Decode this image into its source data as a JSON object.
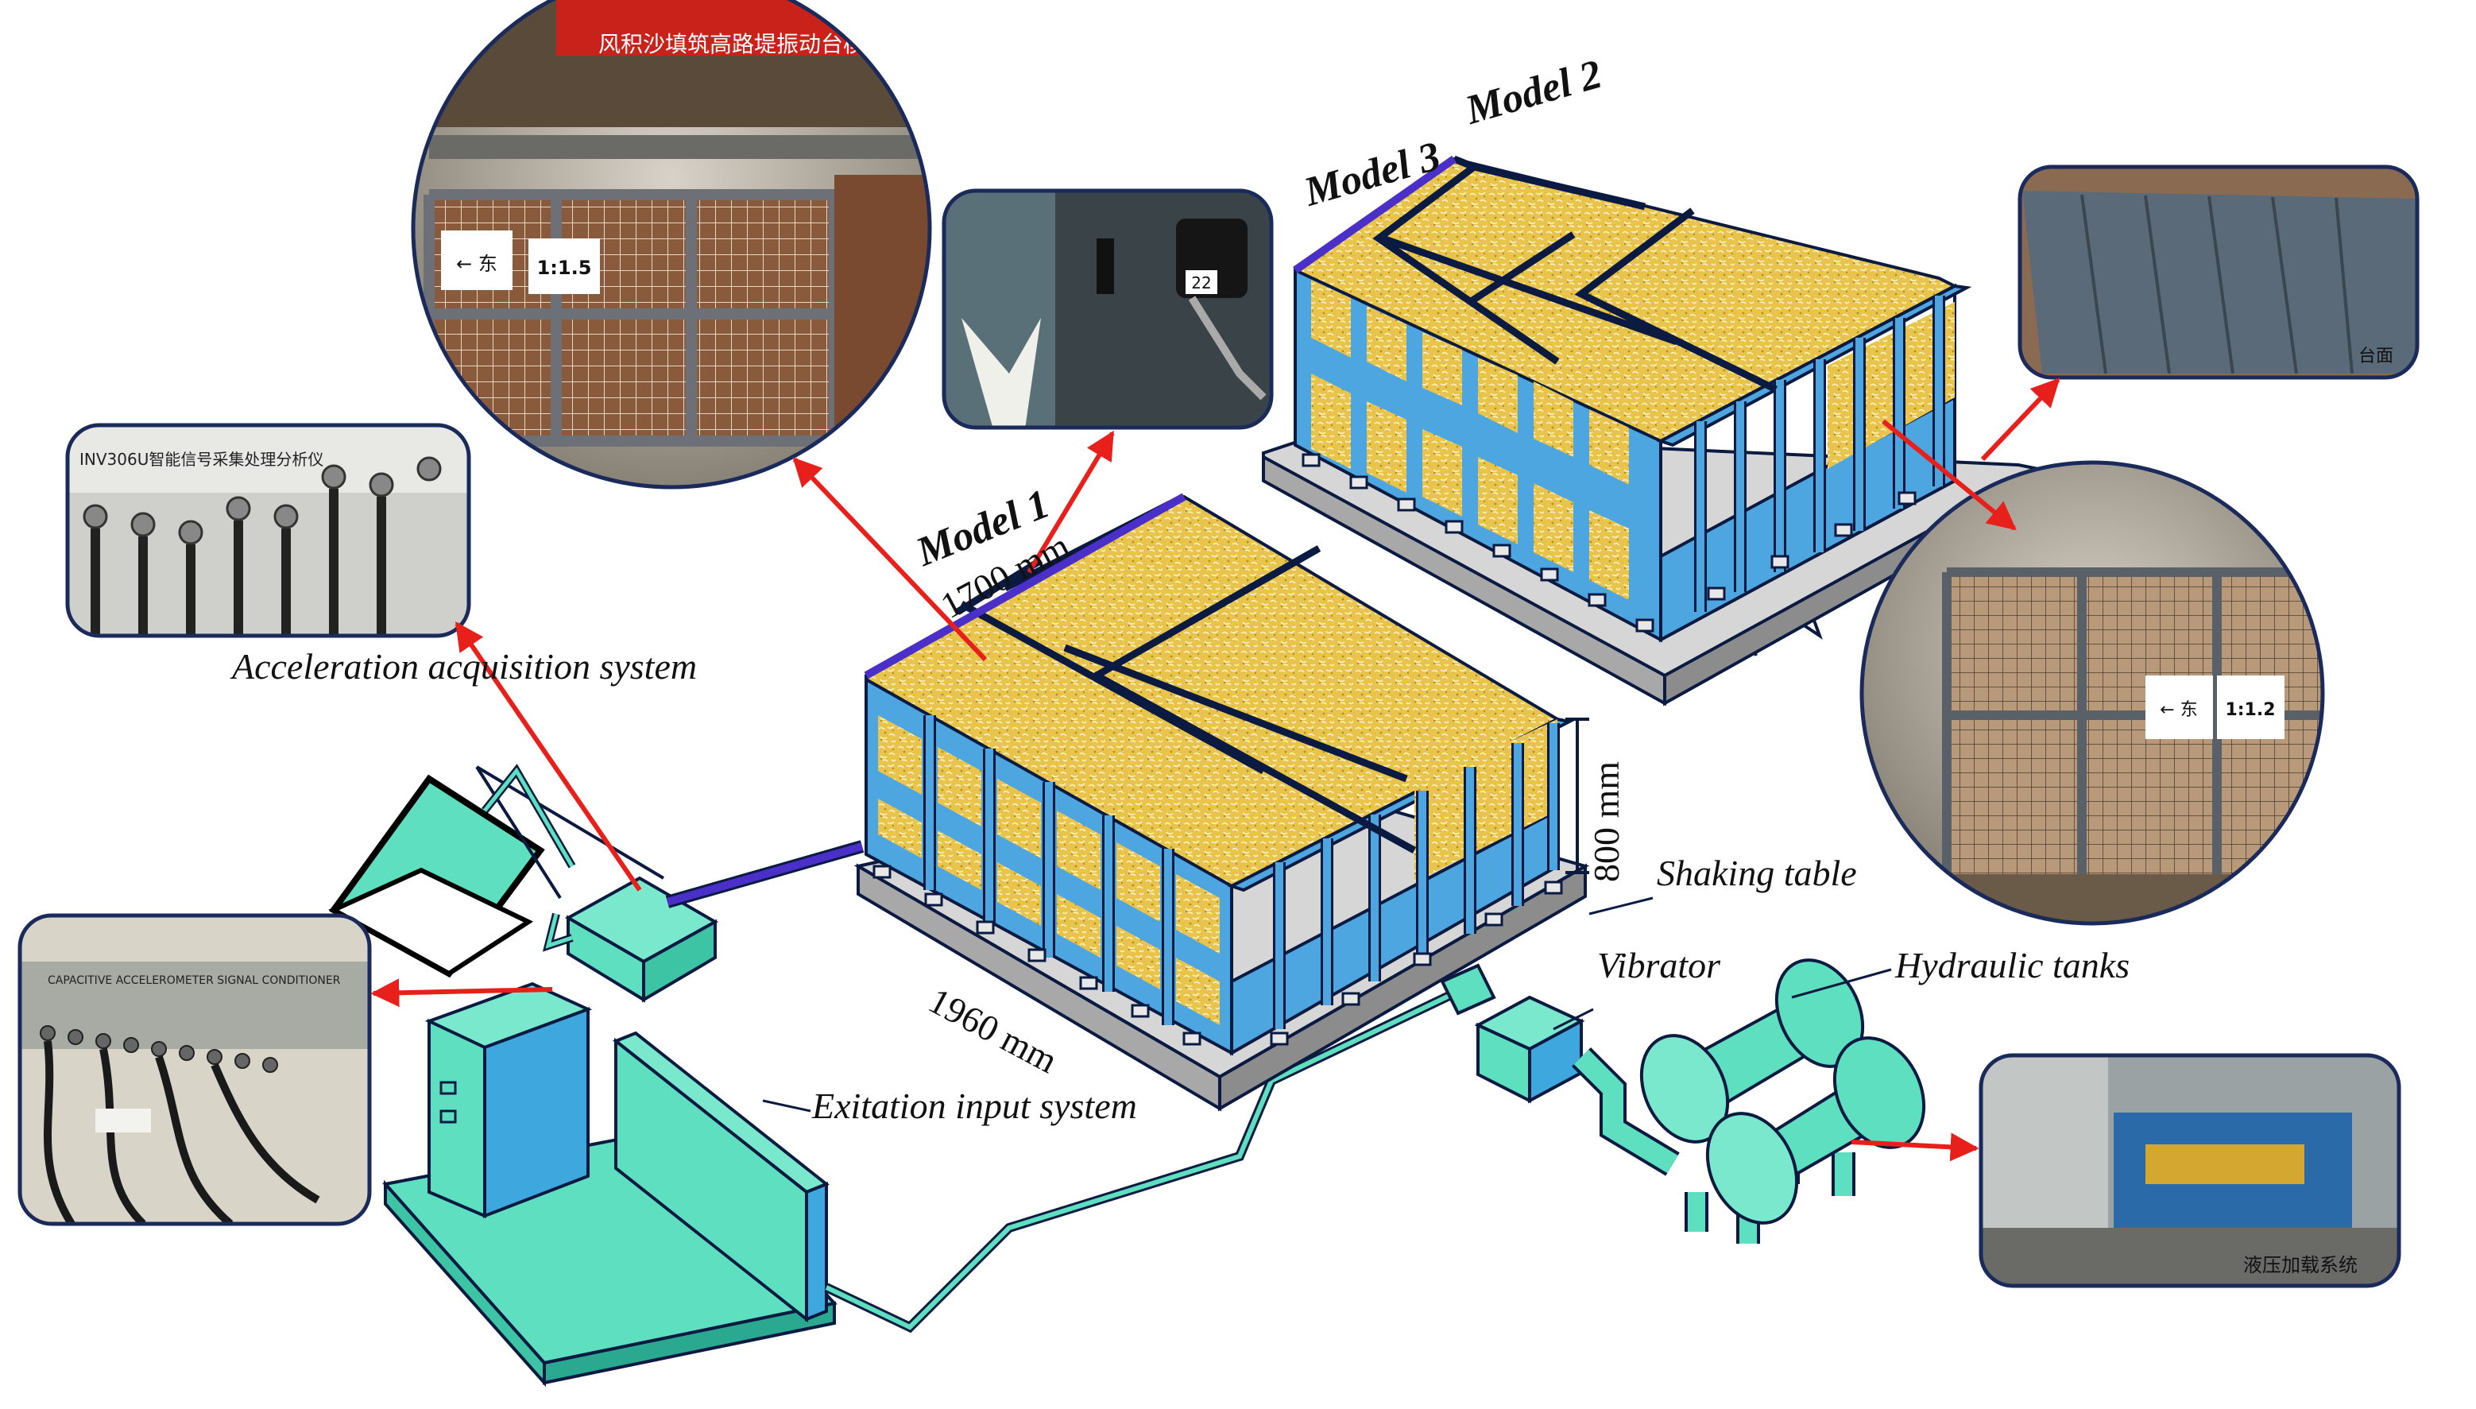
{
  "labels": {
    "model1": "Model 1",
    "model2": "Model 2",
    "model3": "Model 3",
    "dim_length": "1700 mm",
    "dim_width": "1960 mm",
    "dim_height": "800 mm",
    "shaking_table": "Shaking table",
    "vibrator": "Vibrator",
    "hydraulic_tanks": "Hydraulic tanks",
    "acceleration_system": "Acceleration acquisition system",
    "excitation_system": "Exitation input system"
  },
  "photos": {
    "top_banner": "风积沙填筑高路堤振动台模型",
    "sign_east": "← 东",
    "sign_ratio_a": "1:1.5",
    "sign_ratio_b": "1:1.2",
    "sensor_tag": "22",
    "table_caption": "台面",
    "hydraulic_caption": "液压加载系统",
    "daq_title": "INV306U智能信号采集处理分析仪",
    "conditioner_title": "CAPACITIVE ACCELEROMETER SIGNAL CONDITIONER"
  },
  "colors": {
    "frame_blue": "#4da6e0",
    "frame_outline": "#0a1a40",
    "soil_yellow": "#e6c24a",
    "equipment_teal": "#5ee0c0",
    "arrow_red": "#e8201c",
    "cable_purple": "#4a30c8"
  }
}
